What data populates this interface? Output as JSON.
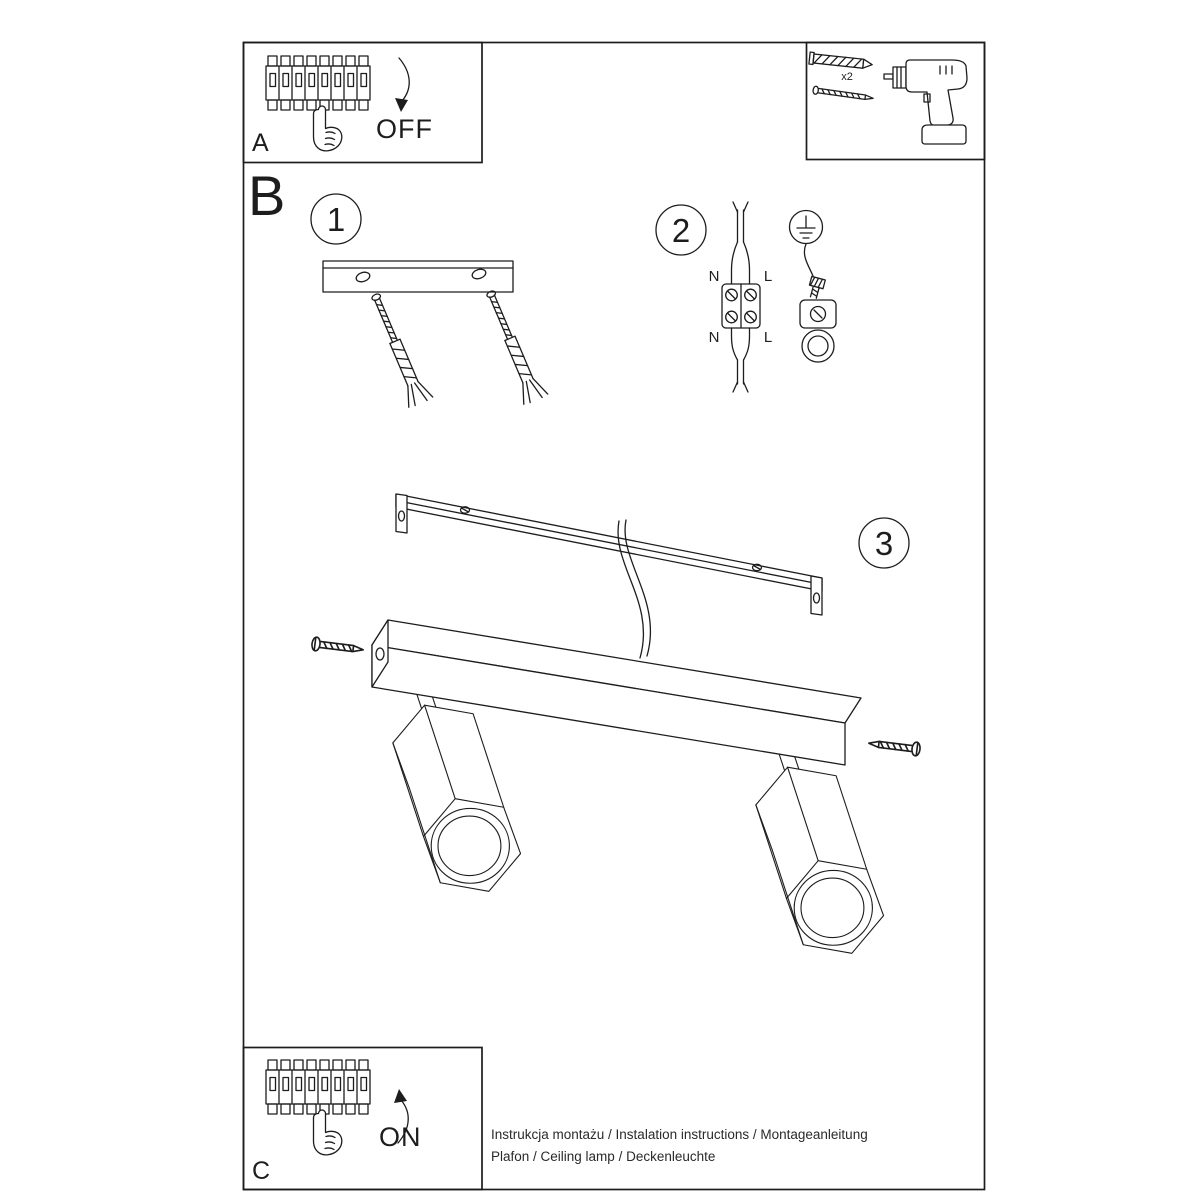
{
  "document": {
    "background": "#ffffff",
    "line_color": "#1d1d1d"
  },
  "panel_a": {
    "label": "A",
    "switch_action": "OFF"
  },
  "panel_c": {
    "label": "C",
    "switch_action": "ON"
  },
  "section_b": {
    "label": "B"
  },
  "steps": {
    "step1": {
      "number": "1"
    },
    "step2": {
      "number": "2",
      "wire_labels": {
        "top_left": "N",
        "top_right": "L",
        "bottom_left": "N",
        "bottom_right": "L"
      }
    },
    "step3": {
      "number": "3"
    }
  },
  "hardware_box": {
    "quantity_label": "x2"
  },
  "footer": {
    "line1": "Instrukcja montażu / Instalation instructions / Montageanleitung",
    "line2": "Plafon / Ceiling lamp / Deckenleuchte"
  }
}
